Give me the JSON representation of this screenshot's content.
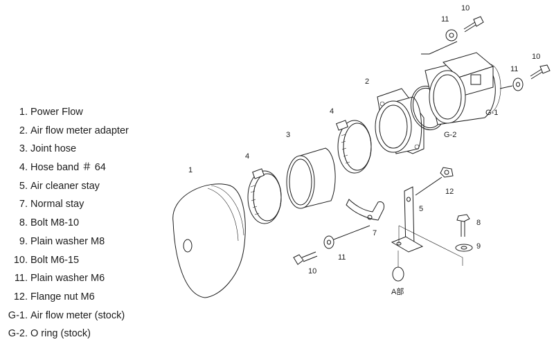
{
  "parts": [
    {
      "num": "1.",
      "label": "Power Flow"
    },
    {
      "num": "2.",
      "label": "Air flow meter adapter"
    },
    {
      "num": "3.",
      "label": "Joint hose"
    },
    {
      "num": "4.",
      "label": "Hose band ＃ 64"
    },
    {
      "num": "5.",
      "label": "Air cleaner stay"
    },
    {
      "num": "7.",
      "label": "Normal stay"
    },
    {
      "num": "8.",
      "label": "Bolt M8-10"
    },
    {
      "num": "9.",
      "label": "Plain washer M8"
    },
    {
      "num": "10.",
      "label": "Bolt M6-15"
    },
    {
      "num": "11.",
      "label": "Plain washer M6"
    },
    {
      "num": "12.",
      "label": "Flange nut M6"
    },
    {
      "num": "G-1.",
      "label": "Air flow meter (stock)"
    },
    {
      "num": "G-2.",
      "label": "O ring (stock)"
    }
  ],
  "callouts": {
    "c1": "1",
    "c2": "2",
    "c3": "3",
    "c4a": "4",
    "c4b": "4",
    "c5": "5",
    "c7": "7",
    "c8": "8",
    "c9": "9",
    "c10a": "10",
    "c10b": "10",
    "c10c": "10",
    "c11a": "11",
    "c11b": "11",
    "c11c": "11",
    "c12": "12",
    "g1": "G-1",
    "g2": "G-2",
    "detail_a": "A部"
  }
}
